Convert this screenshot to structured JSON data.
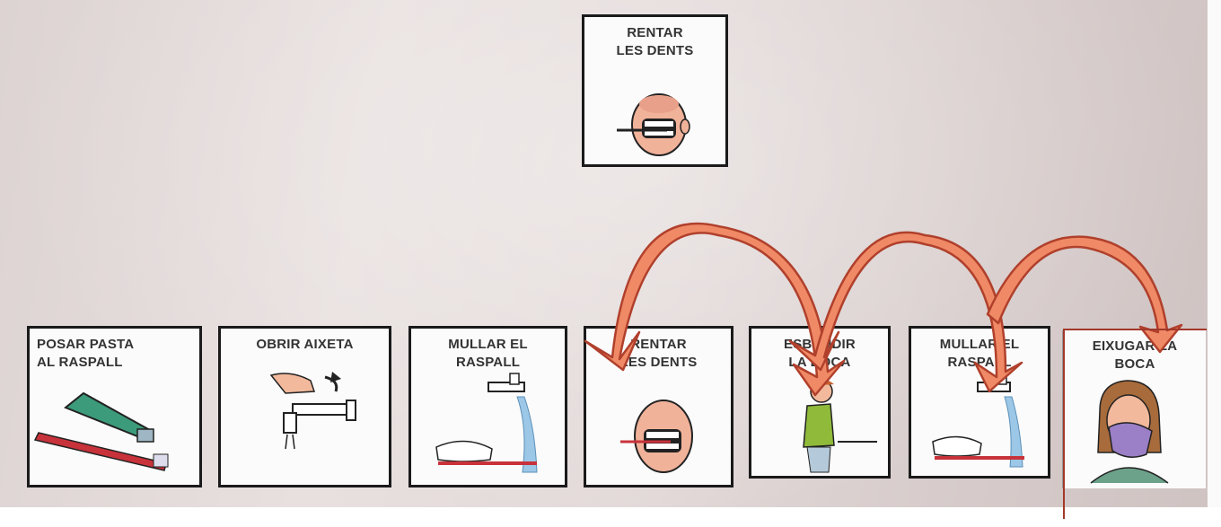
{
  "title_card": {
    "label": "RENTAR\nLES DENTS",
    "icon": "brushing-teeth-face-icon"
  },
  "sequence": [
    {
      "label": "POSAR PASTA\nAL RASPALL",
      "icon": "toothpaste-on-brush-icon"
    },
    {
      "label": "OBRIR AIXETA",
      "icon": "open-tap-icon"
    },
    {
      "label": "MULLAR EL\nRASPALL",
      "icon": "wet-brush-tap-icon"
    },
    {
      "label": "RENTAR\nLES DENTS",
      "icon": "brushing-teeth-face-icon"
    },
    {
      "label": "ESBANDIR\nLA BOCA",
      "icon": "rinse-mouth-girl-icon"
    },
    {
      "label": "MULLAR EL\nRASPALL",
      "icon": "wet-brush-tap-icon"
    },
    {
      "label": "EIXUGAR LA\nBOCA",
      "icon": "dry-mouth-towel-icon"
    }
  ],
  "arrows": {
    "color": "#f08a66",
    "outline": "#b0402c",
    "icon": "curved-arrow-icon"
  }
}
